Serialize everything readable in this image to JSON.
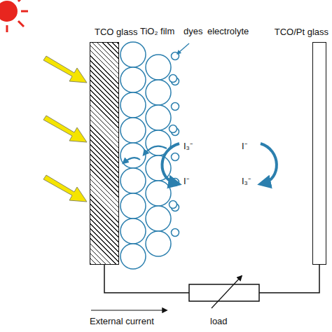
{
  "diagram": {
    "nodes": [
      {
        "text": [
          "TCO glass"
        ]
      },
      {
        "text": [
          "TCO/Pt glass"
        ]
      }
    ],
    "edges": [
      {
        "from": 0,
        "to": 1,
        "arrow": "none"
      }
    ],
    "labels": [
      "TiO₂ film",
      "dyes",
      "electrolyte",
      "I₃⁻",
      "I⁻",
      "I⁻",
      "I₃⁻",
      "External current",
      "load"
    ]
  }
}
